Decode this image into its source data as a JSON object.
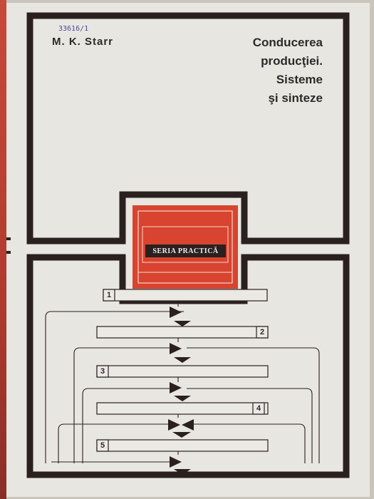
{
  "cover": {
    "author": "M. K. Starr",
    "title_lines": [
      "Conducerea",
      "producţiei.",
      "Sisteme",
      "şi sinteze"
    ],
    "series": "SERIA PRACTICĂ",
    "library_mark": "33616/1",
    "diagram_numbers": [
      "1",
      "2",
      "3",
      "4",
      "5"
    ]
  },
  "colors": {
    "frame": "#2a2020",
    "accent": "#d8442f",
    "paper": "#e8e6e0"
  }
}
